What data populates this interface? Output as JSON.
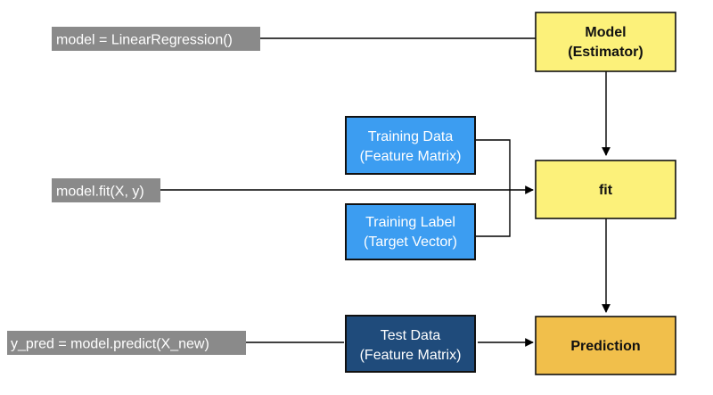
{
  "colors": {
    "code_bg": "#8a8a8a",
    "code_text": "#ffffff",
    "yellow": "#fcf17a",
    "orange": "#f1bf4b",
    "blue": "#3c9df1",
    "navy": "#1f4b7b",
    "line": "#000000"
  },
  "code_labels": {
    "model_init": "model = LinearRegression()",
    "fit_call": "model.fit(X, y)",
    "predict_call": "y_pred = model.predict(X_new)"
  },
  "boxes": {
    "model": {
      "line1": "Model",
      "line2": "(Estimator)"
    },
    "fit": {
      "label": "fit"
    },
    "prediction": {
      "label": "Prediction"
    },
    "training_data": {
      "line1": "Training Data",
      "line2": "(Feature Matrix)"
    },
    "training_label": {
      "line1": "Training Label",
      "line2": "(Target Vector)"
    },
    "test_data": {
      "line1": "Test Data",
      "line2": "(Feature Matrix)"
    }
  }
}
